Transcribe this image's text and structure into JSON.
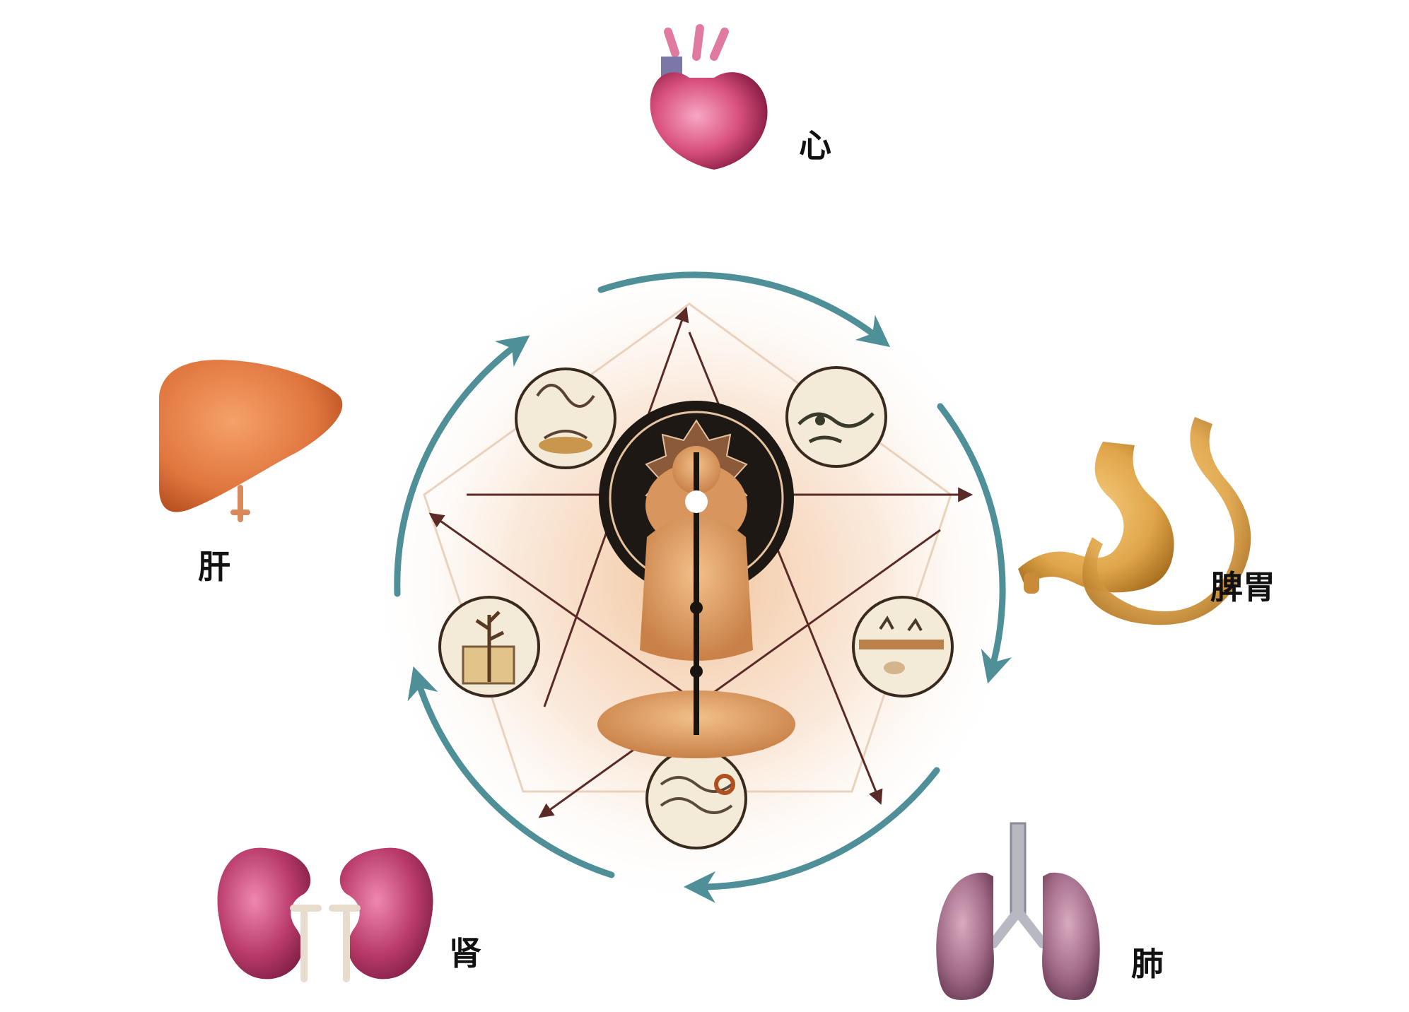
{
  "organs": {
    "heart": {
      "label": "心",
      "color": "#d9507e",
      "icon": "heart-organ"
    },
    "spleen": {
      "label": "脾胃",
      "color": "#e0a54a",
      "icon": "stomach-organ"
    },
    "lung": {
      "label": "肺",
      "color": "#a06a86",
      "icon": "lungs-organ"
    },
    "kidney": {
      "label": "肾",
      "color": "#b83a6a",
      "icon": "kidneys-organ"
    },
    "liver": {
      "label": "肝",
      "color": "#e0763e",
      "icon": "liver-organ"
    }
  },
  "colors": {
    "cycle_arrow": "#4f8f98",
    "star_arrow": "#5a2a26",
    "glow": "#f3c9a4",
    "figure": "#d9955e",
    "halo": "#1d1814"
  },
  "center": {
    "icon": "meditating-figure"
  },
  "vignettes": [
    "fire-vignette",
    "earth-vignette",
    "metal-vignette",
    "water-vignette",
    "wood-vignette"
  ]
}
